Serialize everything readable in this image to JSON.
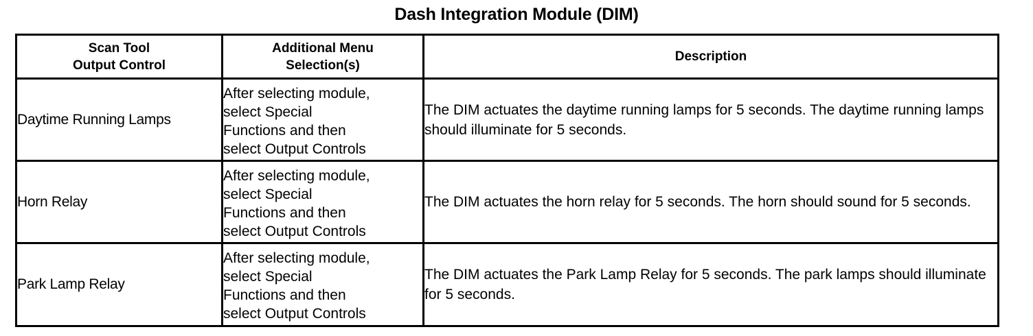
{
  "document": {
    "title": "Dash Integration Module (DIM)"
  },
  "table": {
    "headers": [
      "Scan Tool\nOutput Control",
      "Additional Menu\nSelection(s)",
      "Description"
    ],
    "header_lines": {
      "col1_line1": "Scan Tool",
      "col1_line2": "Output Control",
      "col2_line1": "Additional Menu",
      "col2_line2": "Selection(s)",
      "col3": "Description"
    },
    "rows": [
      {
        "output_control": "Daytime Running Lamps",
        "menu_selection": "After selecting module, select Special Functions and then select Output Controls",
        "menu_lines": [
          "After selecting module,",
          "select Special",
          "Functions and then",
          "select Output Controls"
        ],
        "description": "The DIM actuates the daytime running lamps for 5 seconds. The daytime running lamps should illuminate for 5 seconds."
      },
      {
        "output_control": "Horn Relay",
        "menu_selection": "After selecting module, select Special Functions and then select Output Controls",
        "menu_lines": [
          "After selecting module,",
          "select Special",
          "Functions and then",
          "select Output Controls"
        ],
        "description": "The DIM actuates the horn relay for 5 seconds. The horn should sound for 5 seconds."
      },
      {
        "output_control": "Park Lamp Relay",
        "menu_selection": "After selecting module, select Special Functions and then select Output Controls",
        "menu_lines": [
          "After selecting module,",
          "select Special",
          "Functions and then",
          "select Output Controls"
        ],
        "description": "The DIM actuates the Park Lamp Relay for 5 seconds. The park lamps should illuminate for 5 seconds."
      }
    ]
  },
  "colors": {
    "text": "#000000",
    "background": "#ffffff",
    "border": "#000000"
  }
}
